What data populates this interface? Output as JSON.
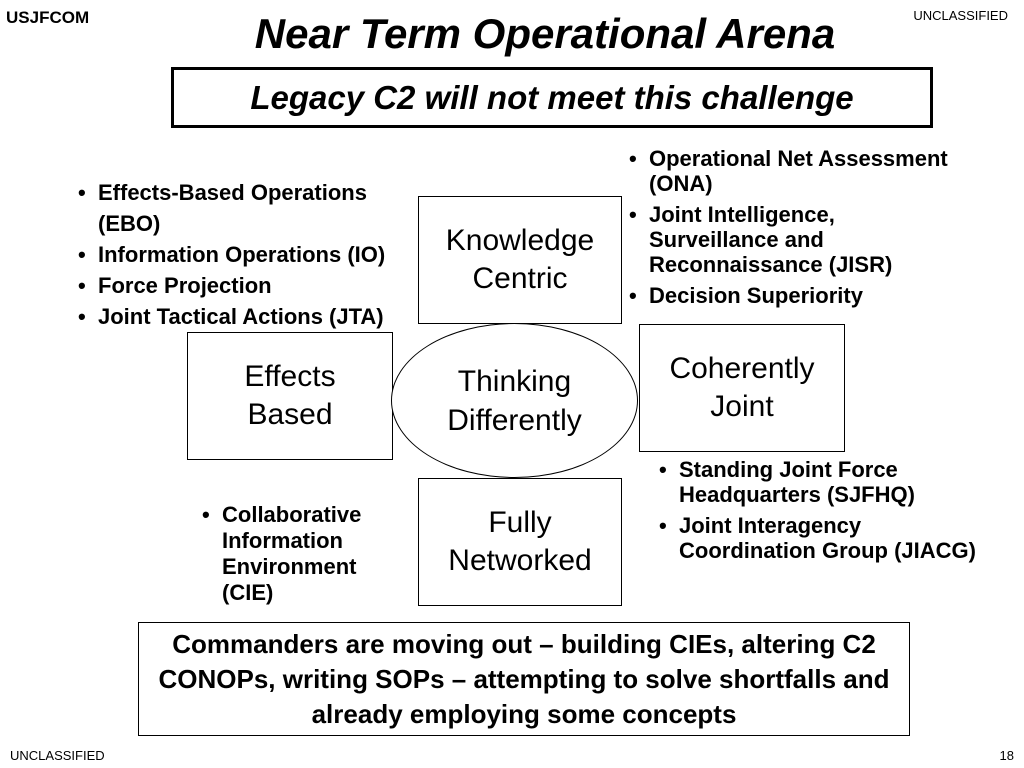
{
  "header": {
    "org": "USJFCOM",
    "classification_top": "UNCLASSIFIED",
    "title": "Near Term Operational Arena",
    "subtitle": "Legacy C2 will not meet this challenge"
  },
  "boxes": {
    "knowledge_centric": [
      "Knowledge",
      "Centric"
    ],
    "effects_based": [
      "Effects",
      "Based"
    ],
    "coherently_joint": [
      "Coherently",
      "Joint"
    ],
    "fully_networked": [
      "Fully",
      "Networked"
    ],
    "center": [
      "Thinking",
      "Differently"
    ]
  },
  "bullets": {
    "effects": [
      "Effects-Based Operations (EBO)",
      "Information Operations (IO)",
      "Force Projection",
      "Joint Tactical Actions (JTA)"
    ],
    "knowledge": [
      "Operational Net Assessment (ONA)",
      "Joint Intelligence, Surveillance and Reconnaissance (JISR)",
      "Decision Superiority"
    ],
    "coherent": [
      "Standing Joint Force Headquarters (SJFHQ)",
      "Joint Interagency Coordination Group (JIACG)"
    ],
    "networked": [
      "Collaborative Information Environment (CIE)"
    ]
  },
  "summary": "Commanders are moving out – building CIEs, altering C2 CONOPs, writing SOPs – attempting to solve shortfalls and already employing some concepts",
  "footer": {
    "classification_bottom": "UNCLASSIFIED",
    "page_number": "18"
  }
}
